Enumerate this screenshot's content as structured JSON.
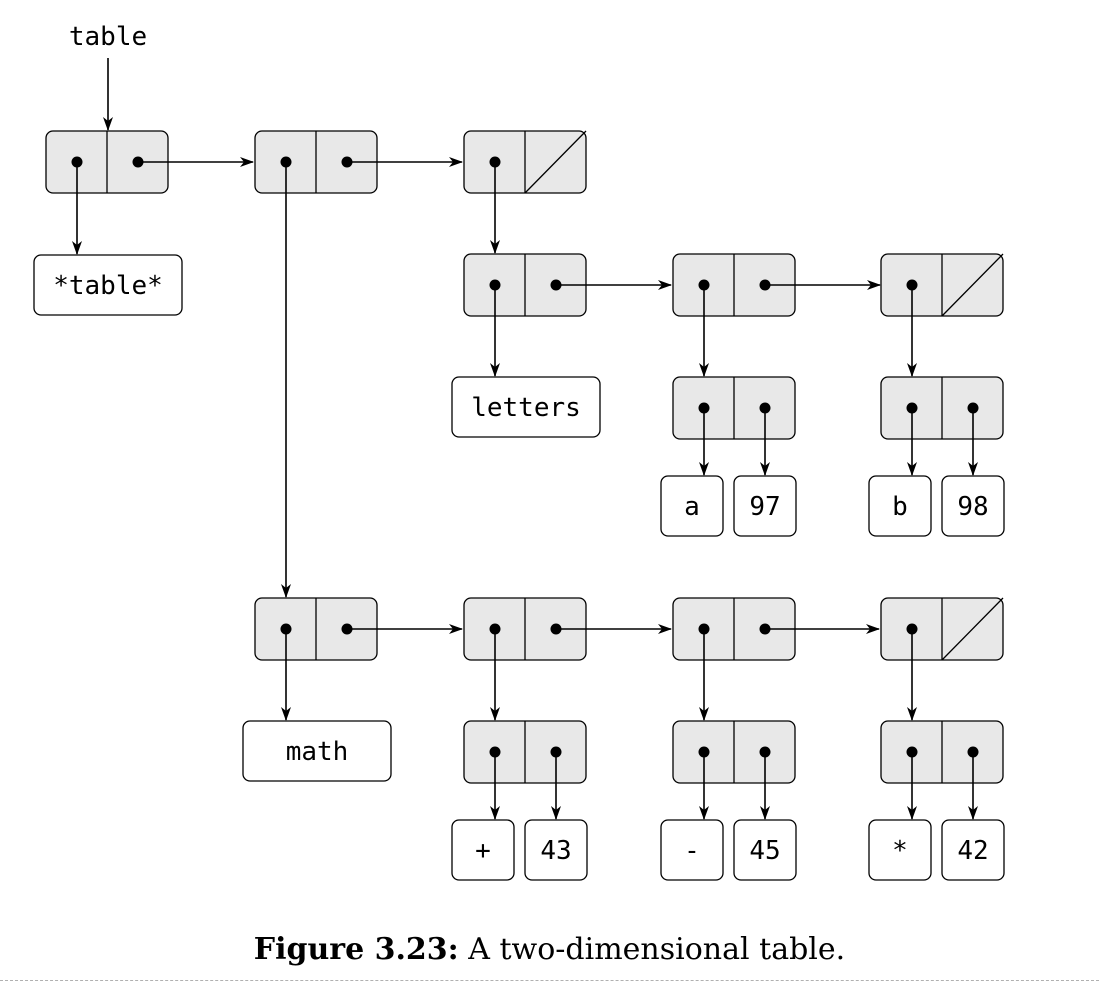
{
  "diagram": {
    "entry_label": "table",
    "header_atom": "*table*",
    "subtables": [
      {
        "key": "letters",
        "records": [
          {
            "key": "a",
            "value": "97"
          },
          {
            "key": "b",
            "value": "98"
          }
        ]
      },
      {
        "key": "math",
        "records": [
          {
            "key": "+",
            "value": "43"
          },
          {
            "key": "-",
            "value": "45"
          },
          {
            "key": "*",
            "value": "42"
          }
        ]
      }
    ]
  },
  "caption": {
    "lead": "Figure 3.23:",
    "text": " A two-dimensional table."
  }
}
